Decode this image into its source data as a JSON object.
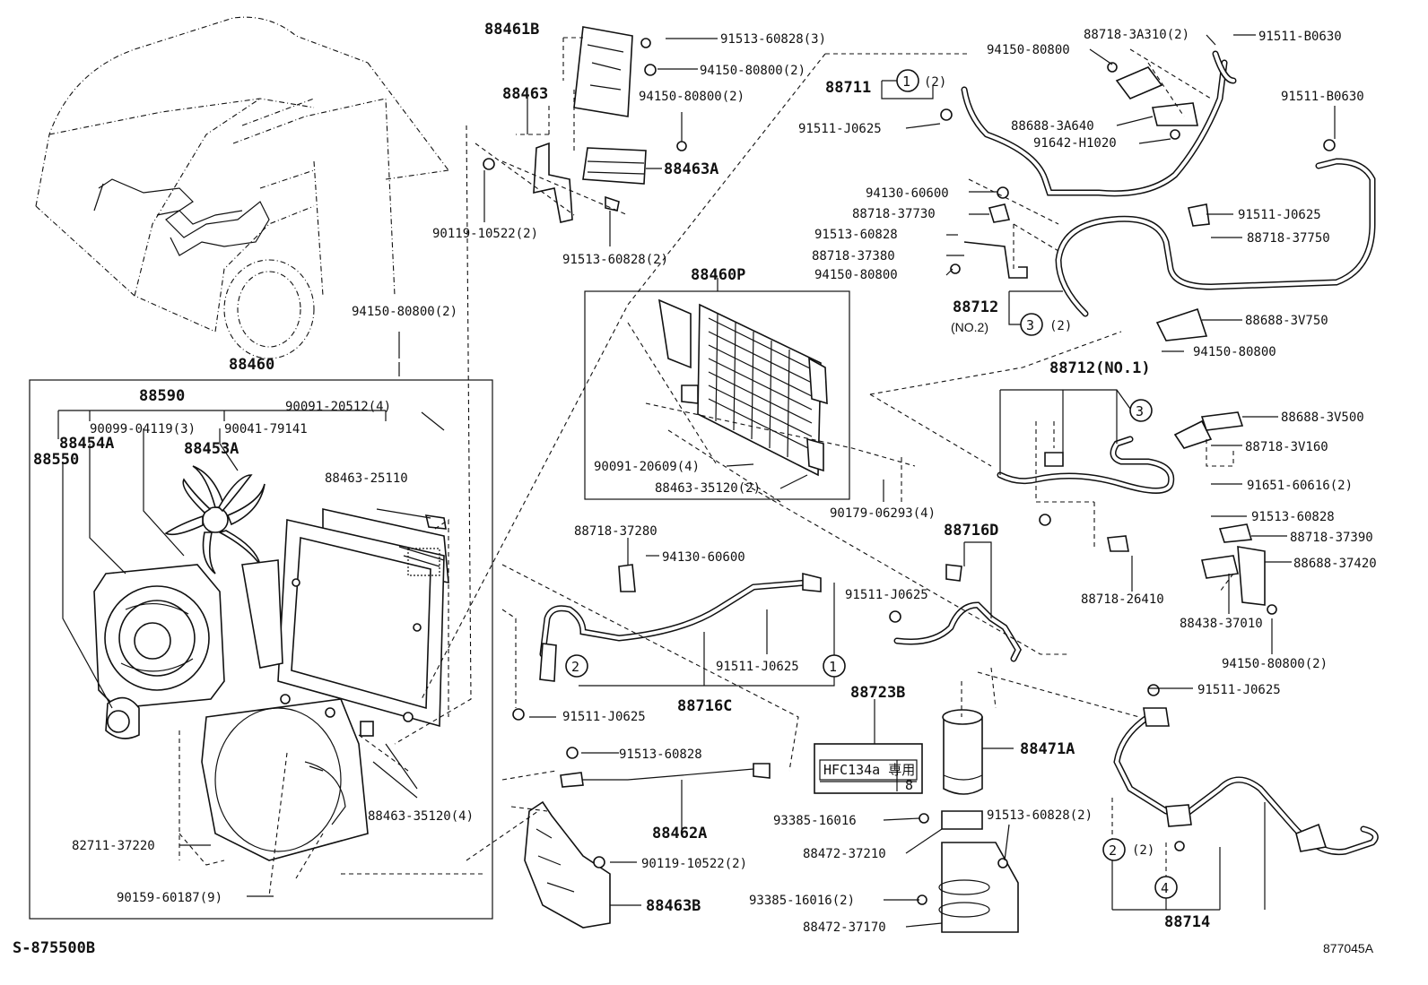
{
  "diagram": {
    "footer_left": "S-875500B",
    "footer_right": "877045A",
    "label_text": "HFC134a 専用",
    "label_corner": "8",
    "callouts": {
      "c1": "1",
      "c2": "2",
      "c3": "3",
      "c4": "4",
      "c1b": "1",
      "c2b": "2",
      "c3b": "3"
    },
    "parts": [
      {
        "id": "p88461B",
        "text": "88461B"
      },
      {
        "id": "p91513_60828_3",
        "text": "91513-60828(3)"
      },
      {
        "id": "p94150_80800_2a",
        "text": "94150-80800(2)"
      },
      {
        "id": "p94150_80800_2b",
        "text": "94150-80800(2)"
      },
      {
        "id": "p88463",
        "text": "88463"
      },
      {
        "id": "p88463A",
        "text": "88463A"
      },
      {
        "id": "p90119_10522_2a",
        "text": "90119-10522(2)"
      },
      {
        "id": "p91513_60828_2",
        "text": "91513-60828(2)"
      },
      {
        "id": "p88711",
        "text": "88711"
      },
      {
        "id": "p88711_2",
        "text": "(2)"
      },
      {
        "id": "p91511_J0625a",
        "text": "91511-J0625"
      },
      {
        "id": "p94150_80800a",
        "text": "94150-80800"
      },
      {
        "id": "p88718_3A310",
        "text": "88718-3A310(2)"
      },
      {
        "id": "p91511_B0630a",
        "text": "91511-B0630"
      },
      {
        "id": "p91511_B0630b",
        "text": "91511-B0630"
      },
      {
        "id": "p88688_3A640",
        "text": "88688-3A640"
      },
      {
        "id": "p91642_H1020",
        "text": "91642-H1020"
      },
      {
        "id": "p94130_60600a",
        "text": "94130-60600"
      },
      {
        "id": "p88718_37730",
        "text": "88718-37730"
      },
      {
        "id": "p91513_60828a",
        "text": "91513-60828"
      },
      {
        "id": "p88718_37380",
        "text": "88718-37380"
      },
      {
        "id": "p94150_80800b",
        "text": "94150-80800"
      },
      {
        "id": "p91511_J0625b",
        "text": "91511-J0625"
      },
      {
        "id": "p88718_37750",
        "text": "88718-37750"
      },
      {
        "id": "p88712",
        "text": "88712"
      },
      {
        "id": "p88712_no2",
        "text": "(NO.2)"
      },
      {
        "id": "p88712_2",
        "text": "(2)"
      },
      {
        "id": "p88688_3V750",
        "text": "88688-3V750"
      },
      {
        "id": "p94150_80800c",
        "text": "94150-80800"
      },
      {
        "id": "p88460P",
        "text": "88460P"
      },
      {
        "id": "p94150_80800_2c",
        "text": "94150-80800(2)"
      },
      {
        "id": "p88460",
        "text": "88460"
      },
      {
        "id": "p88590",
        "text": "88590"
      },
      {
        "id": "p90091_20512",
        "text": "90091-20512(4)"
      },
      {
        "id": "p90099_04119",
        "text": "90099-04119(3)"
      },
      {
        "id": "p90041_79141",
        "text": "90041-79141"
      },
      {
        "id": "p88454A",
        "text": "88454A"
      },
      {
        "id": "p88453A",
        "text": "88453A"
      },
      {
        "id": "p88550",
        "text": "88550"
      },
      {
        "id": "p88463_25110",
        "text": "88463-25110"
      },
      {
        "id": "p90091_20609",
        "text": "90091-20609(4)"
      },
      {
        "id": "p88463_35120_2",
        "text": "88463-35120(2)"
      },
      {
        "id": "p90179_06293",
        "text": "90179-06293(4)"
      },
      {
        "id": "p88712_no1",
        "text": "88712(NO.1)"
      },
      {
        "id": "p88688_3V500",
        "text": "88688-3V500"
      },
      {
        "id": "p88718_3V160",
        "text": "88718-3V160"
      },
      {
        "id": "p91651_60616",
        "text": "91651-60616(2)"
      },
      {
        "id": "p91513_60828b",
        "text": "91513-60828"
      },
      {
        "id": "p88718_37390",
        "text": "88718-37390"
      },
      {
        "id": "p88688_37420",
        "text": "88688-37420"
      },
      {
        "id": "p88718_26410",
        "text": "88718-26410"
      },
      {
        "id": "p88438_37010",
        "text": "88438-37010"
      },
      {
        "id": "p94150_80800_2d",
        "text": "94150-80800(2)"
      },
      {
        "id": "p88718_37280",
        "text": "88718-37280"
      },
      {
        "id": "p94130_60600b",
        "text": "94130-60600"
      },
      {
        "id": "p91511_J0625c",
        "text": "91511-J0625"
      },
      {
        "id": "p88716D",
        "text": "88716D"
      },
      {
        "id": "p91511_J0625d",
        "text": "91511-J0625"
      },
      {
        "id": "p88716C",
        "text": "88716C"
      },
      {
        "id": "p91511_J0625e",
        "text": "91511-J0625"
      },
      {
        "id": "p88723B",
        "text": "88723B"
      },
      {
        "id": "p88471A",
        "text": "88471A"
      },
      {
        "id": "p91511_J0625f",
        "text": "91511-J0625"
      },
      {
        "id": "p91513_60828c",
        "text": "91513-60828"
      },
      {
        "id": "p88462A",
        "text": "88462A"
      },
      {
        "id": "p88463_35120_4",
        "text": "88463-35120(4)"
      },
      {
        "id": "p82711_37220",
        "text": "82711-37220"
      },
      {
        "id": "p90159_60187",
        "text": "90159-60187(9)"
      },
      {
        "id": "p90119_10522_2b",
        "text": "90119-10522(2)"
      },
      {
        "id": "p88463B",
        "text": "88463B"
      },
      {
        "id": "p93385_16016",
        "text": "93385-16016"
      },
      {
        "id": "p88472_37210",
        "text": "88472-37210"
      },
      {
        "id": "p91513_60828_2b",
        "text": "91513-60828(2)"
      },
      {
        "id": "p93385_16016_2",
        "text": "93385-16016(2)"
      },
      {
        "id": "p88472_37170",
        "text": "88472-37170"
      },
      {
        "id": "p88714",
        "text": "88714"
      },
      {
        "id": "p88714_2",
        "text": "(2)"
      }
    ]
  }
}
